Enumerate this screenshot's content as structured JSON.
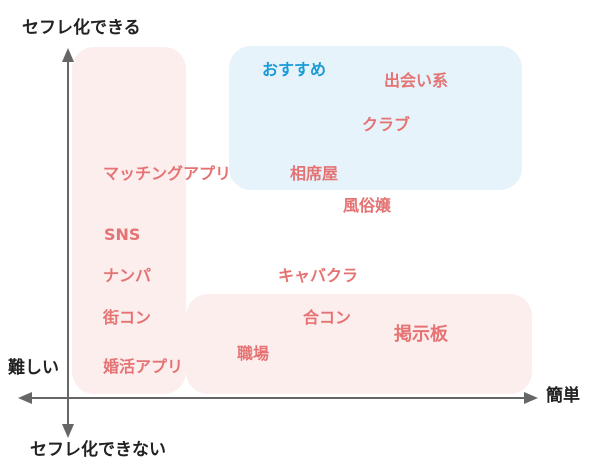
{
  "axes": {
    "y_top": "セフレ化できる",
    "y_bottom": "セフレ化できない",
    "x_left": "難しい",
    "x_right": "簡単"
  },
  "recommend_label": "おすすめ",
  "colors": {
    "axis": "#666666",
    "method_text": "#e57373",
    "recommend_text": "#1a9ad6",
    "pink_region": "#fdeeee",
    "blue_region": "#e6f3fb"
  },
  "methods": {
    "deaikei": "出会い系",
    "club": "クラブ",
    "aiseki": "相席屋",
    "fuzoku": "風俗嬢",
    "matching": "マッチングアプリ",
    "sns": "SNS",
    "nanpa": "ナンパ",
    "machikon": "街コン",
    "konkatsu": "婚活アプリ",
    "kyabakura": "キャバクラ",
    "goukon": "合コン",
    "keijiban": "掲示板",
    "shokuba": "職場"
  }
}
